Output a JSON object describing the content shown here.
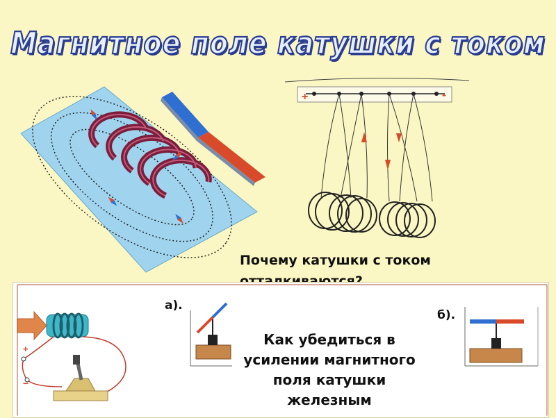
{
  "title": "Магнитное поле катушки с током",
  "question_top": "Почему катушки с током отталкиваются?",
  "bottom": {
    "label_a": "а).",
    "label_b": "б).",
    "question": "Как  убедиться в усилении магнитного поля катушки железным"
  },
  "coils_apparatus": {
    "plus_sign": "+",
    "minus_sign": "-"
  },
  "circuit": {
    "plus_sign": "+",
    "minus_sign": "−"
  },
  "colors": {
    "title_fill": "#e8f0ff",
    "title_outline": "#2a3d8f",
    "background": "#fbf7c4",
    "coil": "#7a1e3c",
    "wire": "#c0392b",
    "magnet_blue": "#2f6fd1",
    "magnet_red": "#d84a2a"
  }
}
